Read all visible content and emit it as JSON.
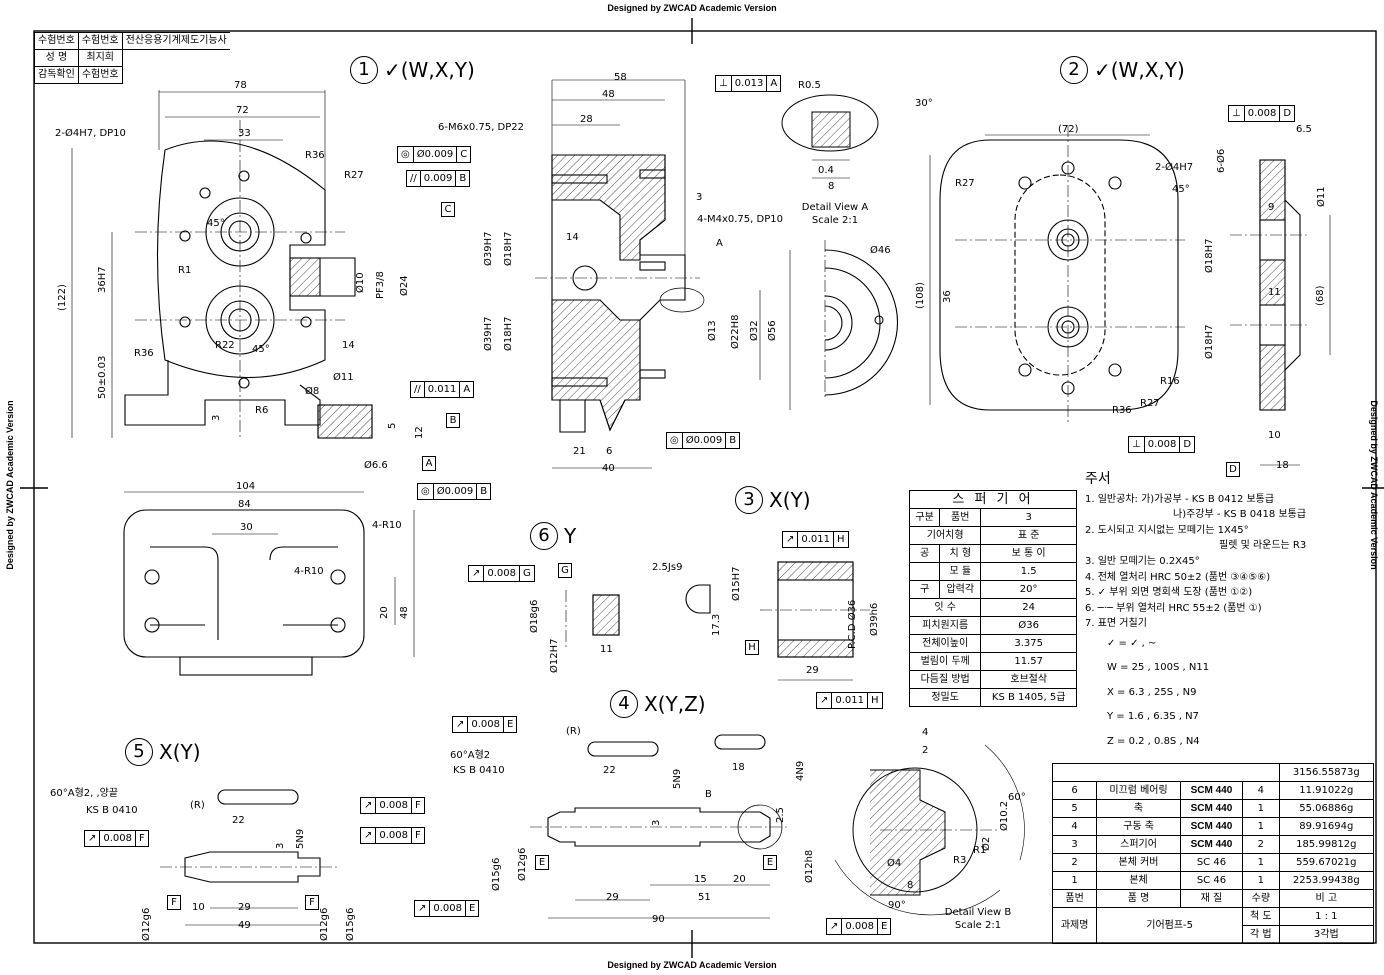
{
  "watermark": "Designed by ZWCAD Academic Version",
  "info_box": {
    "rows": [
      [
        "수험번호",
        "수험번호",
        "전산응용기계제도기능사"
      ],
      [
        "성 명",
        "최지희",
        ""
      ],
      [
        "감독확인",
        "수험번호",
        ""
      ]
    ]
  },
  "view_headers": [
    {
      "num": "1",
      "marks": "✓(W,X,Y)"
    },
    {
      "num": "2",
      "marks": "✓(W,X,Y)"
    },
    {
      "num": "3",
      "marks": "X(Y)"
    },
    {
      "num": "4",
      "marks": "X(Y,Z)"
    },
    {
      "num": "5",
      "marks": "X(Y)"
    },
    {
      "num": "6",
      "marks": "Y"
    }
  ],
  "dimensions": {
    "v1_top": [
      "78",
      "72",
      "33",
      "2-Ø4H7, DP10",
      "R36",
      "R27",
      "45°",
      "R1",
      "36H7",
      "(122)",
      "50±0.03",
      "R22",
      "R36",
      "45°",
      "R6",
      "3",
      "Ø24",
      "Ø10",
      "PF3/8",
      "14",
      "Ø8",
      "Ø11",
      "5",
      "12",
      "Ø6.6"
    ],
    "v1_section": [
      "58",
      "48",
      "28",
      "6-M6x0.75, DP22",
      "3",
      "4-M4x0.75, DP10",
      "Ø39H7",
      "Ø18H7",
      "14",
      "A",
      "Ø39H7",
      "Ø18H7",
      "Ø13",
      "Ø22H8",
      "Ø32",
      "Ø56",
      "21",
      "6",
      "40",
      "Ø46"
    ],
    "v1_bottom": [
      "104",
      "84",
      "30",
      "4-R10",
      "4-R10",
      "20",
      "48"
    ],
    "v2": [
      "(72)",
      "2-Ø4H7",
      "45°",
      "R27",
      "(108)",
      "36",
      "R16",
      "R27",
      "R36",
      "6.5",
      "6-Ø6",
      "Ø11",
      "9",
      "Ø18H7",
      "Ø18H7",
      "11",
      "(68)",
      "10",
      "18"
    ],
    "v3": [
      "2.5Js9",
      "17.3",
      "Ø15H7",
      "P.C.D Ø36",
      "Ø39h6",
      "29"
    ],
    "v6": [
      "Ø18g6",
      "Ø12H7",
      "11"
    ],
    "v4": [
      "(R)",
      "60°A형2",
      "KS B 0410",
      "22",
      "5N9",
      "18",
      "4N9",
      "2.5",
      "3",
      "B",
      "Ø15g6",
      "Ø12g6",
      "Ø12h8",
      "15",
      "20",
      "29",
      "51",
      "90"
    ],
    "v5": [
      "60°A형2, ,양끝",
      "KS B 0410",
      "(R)",
      "22",
      "3",
      "5N9",
      "10",
      "29",
      "49",
      "Ø12g6",
      "Ø12g6",
      "Ø15g6"
    ],
    "detail_b": [
      "4",
      "2",
      "Ø10.2",
      "60°",
      "R1",
      "Ø2",
      "R3",
      "Ø4",
      "8",
      "90°"
    ]
  },
  "detail_captions": {
    "a": [
      "Detail View A",
      "Scale 2:1"
    ],
    "b": [
      "Detail View B",
      "Scale 2:1"
    ],
    "a_dims": [
      "R0.5",
      "30°",
      "0.4",
      "8"
    ]
  },
  "fcf": [
    {
      "sym": "⊥",
      "val": "0.013",
      "ref": "A"
    },
    {
      "sym": "◎",
      "val": "Ø0.009",
      "ref": "C"
    },
    {
      "sym": "//",
      "val": "0.009",
      "ref": "B"
    },
    {
      "sym": "//",
      "val": "0.011",
      "ref": "A"
    },
    {
      "sym": "◎",
      "val": "Ø0.009",
      "ref": "B"
    },
    {
      "sym": "◎",
      "val": "Ø0.009",
      "ref": "B"
    },
    {
      "sym": "⊥",
      "val": "0.008",
      "ref": "D"
    },
    {
      "sym": "⊥",
      "val": "0.008",
      "ref": "D"
    },
    {
      "sym": "↗",
      "val": "0.008",
      "ref": "G"
    },
    {
      "sym": "↗",
      "val": "0.011",
      "ref": "H"
    },
    {
      "sym": "↗",
      "val": "0.011",
      "ref": "H"
    },
    {
      "sym": "↗",
      "val": "0.008",
      "ref": "E"
    },
    {
      "sym": "↗",
      "val": "0.008",
      "ref": "E"
    },
    {
      "sym": "↗",
      "val": "0.008",
      "ref": "E"
    },
    {
      "sym": "↗",
      "val": "0.008",
      "ref": "F"
    },
    {
      "sym": "↗",
      "val": "0.008",
      "ref": "F"
    },
    {
      "sym": "↗",
      "val": "0.008",
      "ref": "F"
    }
  ],
  "datums": [
    "C",
    "B",
    "A",
    "D",
    "G",
    "H",
    "E",
    "E",
    "F",
    "F"
  ],
  "spur_gear": {
    "title": "스 퍼 기 어",
    "rows": [
      [
        "구분",
        "품번",
        "3"
      ],
      [
        "기어치형",
        "",
        "표 준"
      ],
      [
        "공",
        "치 형",
        "보 통 이"
      ],
      [
        "",
        "모 듈",
        "1.5"
      ],
      [
        "구",
        "압력각",
        "20°"
      ],
      [
        "잇 수",
        "",
        "24"
      ],
      [
        "피치원지름",
        "",
        "Ø36"
      ],
      [
        "전체이높이",
        "",
        "3.375"
      ],
      [
        "벌림이 두께",
        "",
        "11.57"
      ],
      [
        "다듬질 방법",
        "",
        "호브절삭"
      ],
      [
        "정밀도",
        "",
        "KS B 1405, 5급"
      ]
    ]
  },
  "notes": {
    "heading": "주서",
    "lines": [
      "1. 일반공차: 가)가공부 - KS B 0412 보통급",
      "나)주강부 - KS B 0418 보통급",
      "2. 도시되고 지시없는 모떼기는 1X45°",
      "필렛 및 라운드는 R3",
      "3. 일반 모떼기는 0.2X45°",
      "4. 전체 열처리 HRC 50±2 (품번 ③④⑤⑥)",
      "5. ✓ 부위 외면 명회색 도장 (품번 ①②)",
      "6. ─·─ 부위 열처리 HRC 55±2 (품번 ①)",
      "7. 표면 거칠기",
      "✓ = ✓ , ~",
      "W = 25 , 100S , N11",
      "X = 6.3 , 25S , N9",
      "Y = 1.6 , 6.3S , N7",
      "Z = 0.2 , 0.8S , N4"
    ]
  },
  "parts_table": {
    "total": "3156.55873g",
    "rows": [
      [
        "6",
        "미끄럼 베어링",
        "SCM 440",
        "4",
        "11.91022g"
      ],
      [
        "5",
        "축",
        "SCM 440",
        "1",
        "55.06886g"
      ],
      [
        "4",
        "구동 축",
        "SCM 440",
        "1",
        "89.91694g"
      ],
      [
        "3",
        "스퍼기어",
        "SCM 440",
        "2",
        "185.99812g"
      ],
      [
        "2",
        "본체 커버",
        "SC 46",
        "1",
        "559.67021g"
      ],
      [
        "1",
        "본체",
        "SC 46",
        "1",
        "2253.99438g"
      ]
    ],
    "header": [
      "품번",
      "품  명",
      "재  질",
      "수량",
      "비  고"
    ],
    "title_label": "과제명",
    "title_value": "기어펌프-5",
    "scale_label": "척 도",
    "scale_value": "1 : 1",
    "proj_label": "각 법",
    "proj_value": "3각법"
  }
}
